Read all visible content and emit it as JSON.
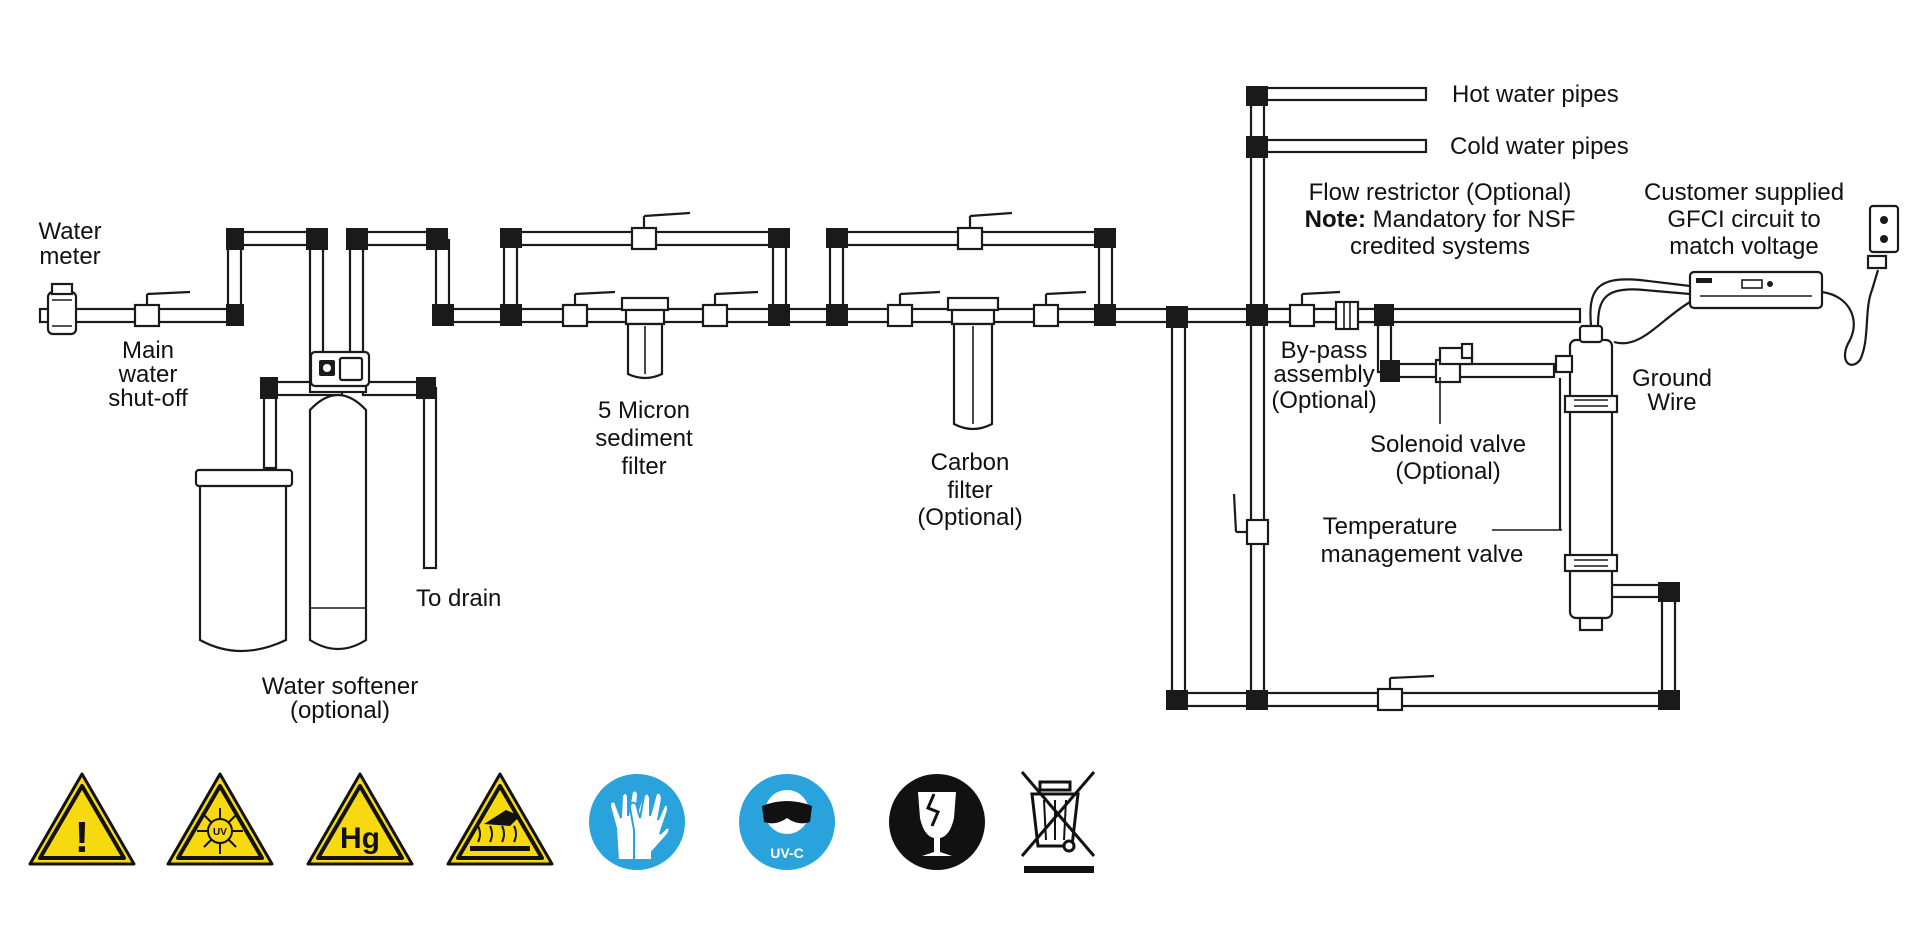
{
  "labels": {
    "water_meter": [
      "Water",
      "meter"
    ],
    "main_shutoff": [
      "Main",
      "water",
      "shut-off"
    ],
    "to_drain": "To drain",
    "water_softener": [
      "Water softener",
      "(optional)"
    ],
    "sediment_filter": [
      "5 Micron",
      "sediment",
      "filter"
    ],
    "carbon_filter": [
      "Carbon",
      "filter",
      "(Optional)"
    ],
    "hot_water": "Hot water pipes",
    "cold_water": "Cold water pipes",
    "flow_restrictor": "Flow restrictor (Optional)",
    "note_bold": "Note:",
    "note_rest": " Mandatory for NSF",
    "note_line2": "credited systems",
    "gfci": [
      "Customer supplied",
      "GFCI circuit to",
      "match voltage"
    ],
    "bypass": [
      "By-pass",
      "assembly",
      "(Optional)"
    ],
    "ground_wire": [
      "Ground",
      "Wire"
    ],
    "solenoid": [
      "Solenoid valve",
      "(Optional)"
    ],
    "temperature": [
      "Temperature",
      "management valve"
    ]
  },
  "icons": {
    "warning": "!",
    "uv": "UV",
    "mercury": "Hg",
    "uvc": "UV-C"
  },
  "colors": {
    "warning_yellow": "#f6d90f",
    "safety_blue": "#2aa3dc",
    "black": "#111111"
  }
}
